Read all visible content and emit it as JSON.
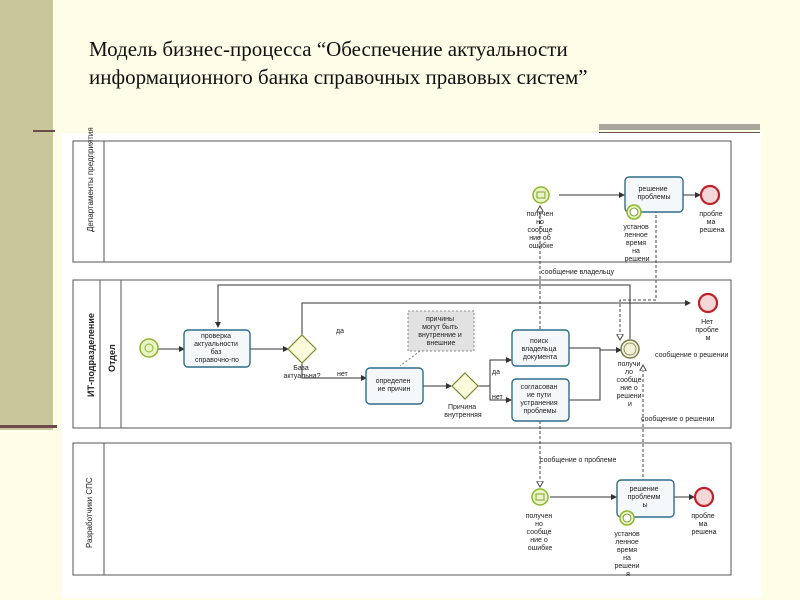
{
  "slide": {
    "title_line1": "Модель бизнес-процесса “Обеспечение актуальности",
    "title_line2": "информационного банка справочных правовых систем”"
  },
  "colors": {
    "background": "#fefde8",
    "sidebar": "#c9c69b",
    "task_border": "#2f6b8a",
    "end_event": "#c0202a",
    "start_event": "#8ab82b"
  },
  "lanes": {
    "departments": "Департаменты предприятия",
    "it_pool": "ИТ-подразделение",
    "it_lane": "Отдел",
    "developers": "Разработчики СПС"
  },
  "tasks": {
    "dep_solve": [
      "решение",
      "проблемы"
    ],
    "check": [
      "проверка",
      "актуальности",
      "баз",
      "справочно-по"
    ],
    "define": [
      "определен",
      "ие причин"
    ],
    "search": [
      "поиск",
      "владельца",
      "документа"
    ],
    "agree": [
      "согласован",
      "ие пути",
      "устранения",
      "проблемы"
    ],
    "dev_solve": [
      "решение",
      "проблемм",
      "ы"
    ]
  },
  "events": {
    "dep_received": [
      "получен",
      "но",
      "сообще",
      "ние об",
      "ошибке"
    ],
    "dep_timer": [
      "установ",
      "ленное",
      "время",
      "на",
      "решени"
    ],
    "dep_end": [
      "пробле",
      "ма",
      "решена"
    ],
    "it_no_problem": [
      "Нет",
      "пробле",
      "м"
    ],
    "it_received": [
      "получи",
      "ло",
      "сообще",
      "ние о",
      "решени",
      "и"
    ],
    "dev_received": [
      "получен",
      "но",
      "сообще",
      "ние о",
      "ошибке"
    ],
    "dev_timer": [
      "установ",
      "ленное",
      "время",
      "на",
      "решени",
      "я"
    ],
    "dev_end": [
      "пробле",
      "ма",
      "решена"
    ]
  },
  "gateways": {
    "g1": [
      "База",
      "актуальна?"
    ],
    "g2": [
      "Причина",
      "внутренняя"
    ]
  },
  "labels": {
    "yes1": "да",
    "no1": "нет",
    "yes2": "да",
    "no2": "нет",
    "msg_owner": "сообщение владельцу",
    "msg_solution": "сообщение о решении",
    "msg_solution2": "сообщение о решении",
    "msg_problem": "сообщение о проблеме"
  },
  "annotation": [
    "причины",
    "могут быть",
    "внутренние и",
    "внешние"
  ]
}
